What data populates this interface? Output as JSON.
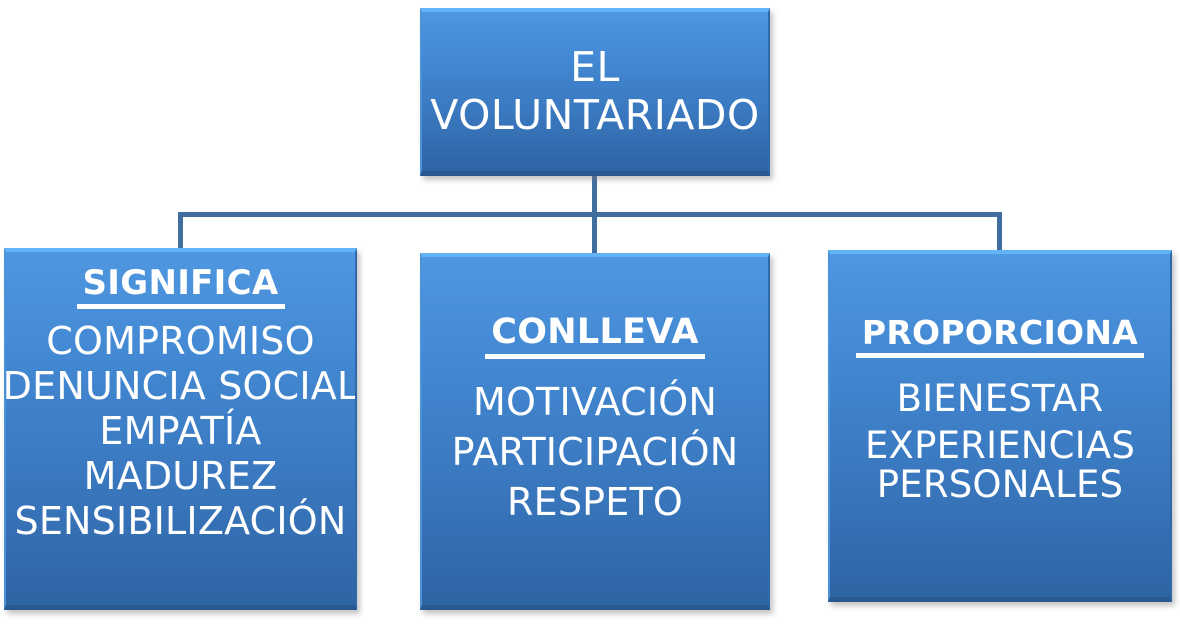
{
  "diagram": {
    "type": "hierarchy-tree",
    "title": "EL VOLUNTARIADO",
    "accent_color": "#4288d2",
    "connector_color": "#3f6e9f",
    "text_color": "#ffffff",
    "background_color": "#ffffff",
    "root": {
      "line1": "EL",
      "line2": "VOLUNTARIADO"
    },
    "branches": [
      {
        "heading": "SIGNIFICA",
        "items": [
          "COMPROMISO",
          "DENUNCIA SOCIAL",
          "EMPATÍA",
          "MADUREZ",
          "SENSIBILIZACIÓN"
        ]
      },
      {
        "heading": "CONLLEVA",
        "items": [
          "MOTIVACIÓN",
          "PARTICIPACIÓN",
          "RESPETO"
        ]
      },
      {
        "heading": "PROPORCIONA",
        "items": [
          "BIENESTAR",
          "EXPERIENCIAS",
          "PERSONALES"
        ]
      }
    ]
  }
}
